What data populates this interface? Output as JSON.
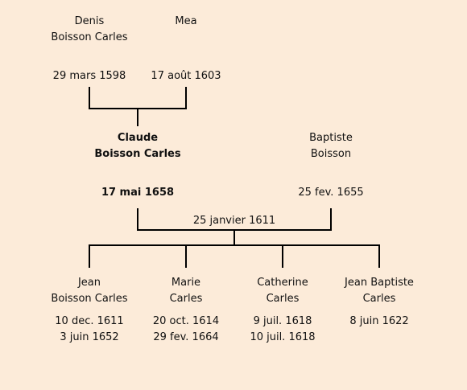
{
  "grandparents": {
    "father": {
      "first": "Denis",
      "last": "Boisson Carles",
      "date": "29 mars 1598"
    },
    "mother": {
      "first": "Mea",
      "last": "",
      "date": "17 août 1603"
    }
  },
  "parents": {
    "father": {
      "first": "Claude",
      "last": "Boisson Carles",
      "date": "17 mai 1658"
    },
    "mother": {
      "first": "Baptiste",
      "last": "Boisson",
      "date": "25 fev. 1655"
    },
    "marriage_date": "25 janvier 1611"
  },
  "children": [
    {
      "first": "Jean",
      "last": "Boisson Carles",
      "date1": "10 dec. 1611",
      "date2": "3 juin 1652"
    },
    {
      "first": "Marie",
      "last": "Carles",
      "date1": "20 oct. 1614",
      "date2": "29 fev. 1664"
    },
    {
      "first": "Catherine",
      "last": "Carles",
      "date1": "9 juil. 1618",
      "date2": "10 juil. 1618"
    },
    {
      "first": "Jean Baptiste",
      "last": "Carles",
      "date1": "8 juin 1622",
      "date2": ""
    }
  ],
  "colors": {
    "background": "#fcebd9",
    "line": "#000000"
  }
}
